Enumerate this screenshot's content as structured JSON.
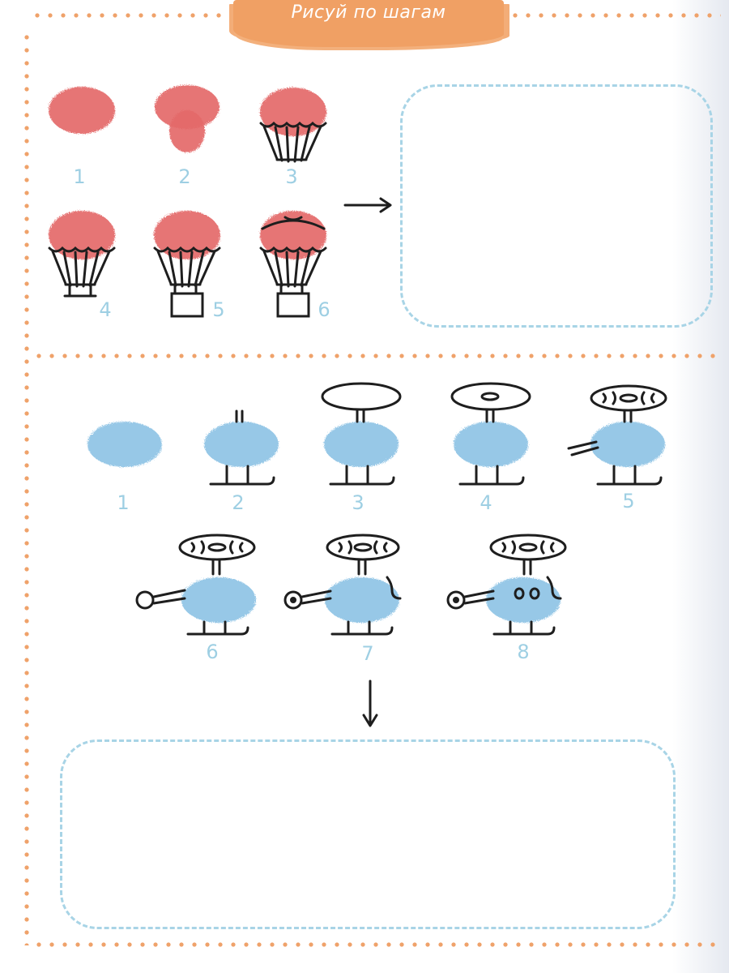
{
  "page": {
    "title": "Рисуй по шагам"
  },
  "balloon_section": {
    "steps": [
      "1",
      "2",
      "3",
      "4",
      "5",
      "6"
    ],
    "colors": {
      "print": "#e46a6a",
      "ink": "#1e1e1e"
    }
  },
  "helicopter_section": {
    "steps": [
      "1",
      "2",
      "3",
      "4",
      "5",
      "6",
      "7",
      "8"
    ],
    "colors": {
      "print": "#92c6e6",
      "ink": "#1e1e1e"
    }
  },
  "icons": [
    "arrow-right-icon",
    "arrow-down-icon"
  ],
  "colors": {
    "dots": "#efa26a",
    "banner": "#f0a064",
    "dashed_box": "#a8d4e6",
    "numbers": "#9ecfe3"
  }
}
